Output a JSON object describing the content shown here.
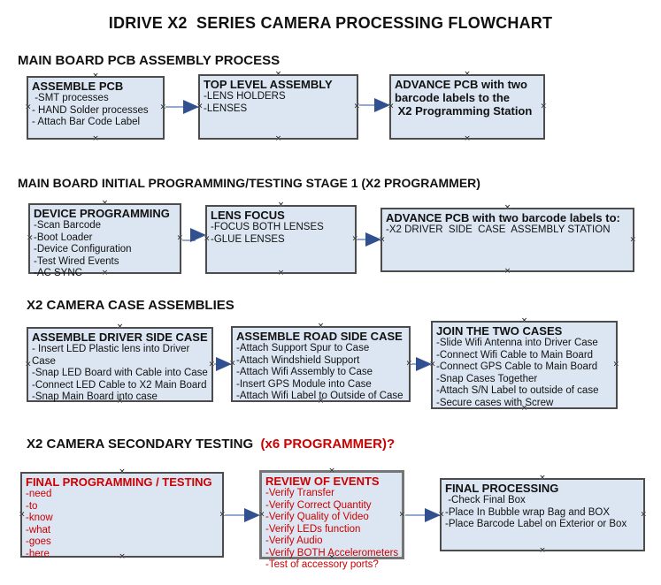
{
  "title": "IDRIVE X2  SERIES CAMERA PROCESSING FLOWCHART",
  "colors": {
    "red": "#cc0000",
    "box_fill": "#dce6f2",
    "box_border": "#4c4c4c",
    "arrow_line": "#93a9cd",
    "arrow_head": "#31508f"
  },
  "icons": {
    "connection_handle_glyph": "×"
  },
  "sections": {
    "pcb_assembly": {
      "heading": "MAIN BOARD PCB ASSEMBLY PROCESS"
    },
    "initial_programming": {
      "heading": "MAIN BOARD INITIAL PROGRAMMING/TESTING STAGE 1 (X2 PROGRAMMER)"
    },
    "case_assemblies": {
      "heading": "X2 CAMERA CASE ASSEMBLIES"
    },
    "secondary_testing": {
      "heading": "X2 CAMERA SECONDARY TESTING  ",
      "heading_red": "(x6 PROGRAMMER)?"
    }
  },
  "boxes": {
    "assemble_pcb": {
      "title": "ASSEMBLE PCB",
      "items": [
        " -SMT processes",
        "- HAND Solder processes",
        "- Attach Bar Code Label"
      ]
    },
    "top_level_assembly": {
      "title": "TOP LEVEL ASSEMBLY",
      "items": [
        "-LENS HOLDERS",
        "-LENSES"
      ]
    },
    "advance_pcb_station": {
      "title": "ADVANCE PCB with two\nbarcode labels to the\n X2 Programming Station",
      "items": []
    },
    "device_programming": {
      "title": "DEVICE PROGRAMMING",
      "items": [
        "-Scan Barcode",
        "-Boot Loader",
        "-Device Configuration",
        "-Test Wired Events",
        "-AC SYNC"
      ]
    },
    "lens_focus": {
      "title": "LENS FOCUS",
      "items": [
        "-FOCUS BOTH LENSES",
        "-GLUE LENSES"
      ]
    },
    "advance_pcb_driver": {
      "title": "ADVANCE PCB with two barcode labels to:",
      "items": [
        "-X2 DRIVER  SIDE  CASE  ASSEMBLY STATION"
      ]
    },
    "assemble_driver_side": {
      "title": "ASSEMBLE DRIVER SIDE CASE",
      "items": [
        "- Insert LED Plastic lens into Driver Case",
        "-Snap LED Board with Cable into Case",
        "-Connect LED Cable to X2 Main Board",
        "-Snap Main Board into case"
      ]
    },
    "assemble_road_side": {
      "title": "ASSEMBLE ROAD SIDE CASE",
      "items": [
        "-Attach Support Spur to Case",
        "-Attach Windshield Support",
        "-Attach Wifi Assembly to Case",
        "-Insert GPS Module into Case",
        "-Attach Wifi Label to Outside of Case"
      ]
    },
    "join_two_cases": {
      "title": "JOIN THE TWO CASES",
      "items": [
        "-Slide Wifi Antenna into Driver Case",
        "-Connect Wifi Cable to Main Board",
        "-Connect GPS Cable to Main Board",
        "-Snap Cases Together",
        "-Attach S/N Label to outside of case",
        "-Secure cases with Screw"
      ]
    },
    "final_programming": {
      "title": "FINAL PROGRAMMING / TESTING",
      "items": [
        "-need",
        "-to",
        "-know",
        "-what",
        "-goes",
        "-here"
      ]
    },
    "review_of_events": {
      "title": "REVIEW OF EVENTS",
      "items": [
        "-Verify Transfer",
        "-Verify Correct Quantity",
        "-Verify Quality of Video",
        "-Verify LEDs function",
        "-Verify Audio",
        "-Verify BOTH Accelerometers",
        "-Test of accessory ports?"
      ]
    },
    "final_processing": {
      "title": "FINAL PROCESSING",
      "items": [
        " -Check Final Box",
        "-Place In Bubble wrap Bag and BOX",
        "-Place Barcode Label on Exterior or Box"
      ]
    }
  }
}
